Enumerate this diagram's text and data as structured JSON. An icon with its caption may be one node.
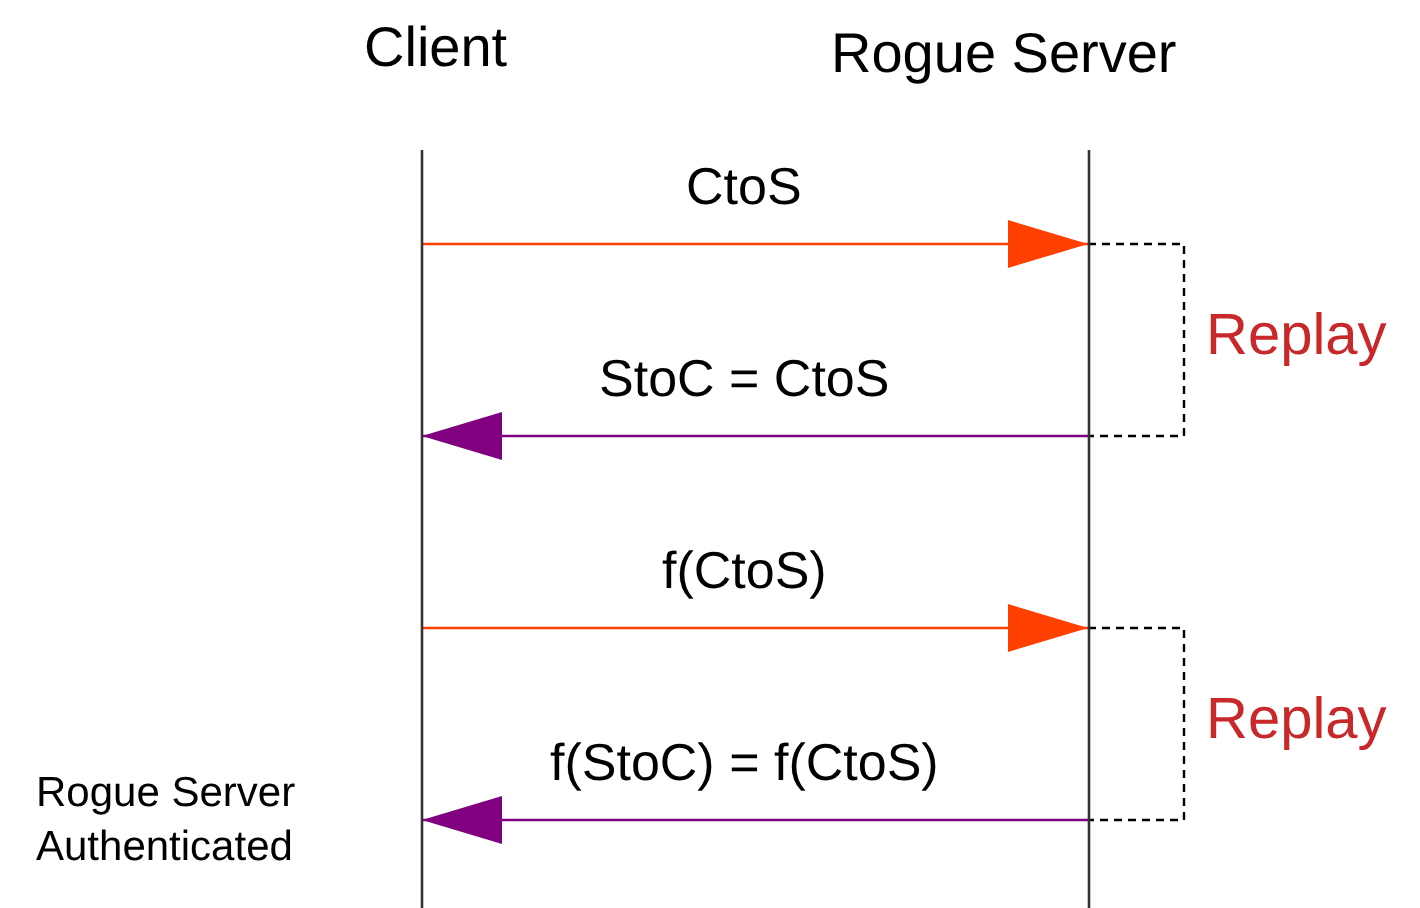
{
  "diagram": {
    "nodes": [
      {
        "text": [
          "Client"
        ]
      },
      {
        "text": [
          "Rogue Server"
        ]
      }
    ],
    "edges": [
      {
        "from": 0,
        "to": 1,
        "arrow": "to",
        "label": "CtoS",
        "color": "#ff4000"
      },
      {
        "from": 1,
        "to": 0,
        "arrow": "to",
        "label": "StoC = CtoS",
        "color": "#800080"
      },
      {
        "from": 0,
        "to": 1,
        "arrow": "to",
        "label": "f(CtoS)",
        "color": "#ff4000"
      },
      {
        "from": 1,
        "to": 0,
        "arrow": "to",
        "label": "f(StoC) = f(CtoS)",
        "color": "#800080"
      }
    ],
    "labels": [
      "Replay",
      "Replay",
      "Rogue Server Authenticated"
    ]
  }
}
